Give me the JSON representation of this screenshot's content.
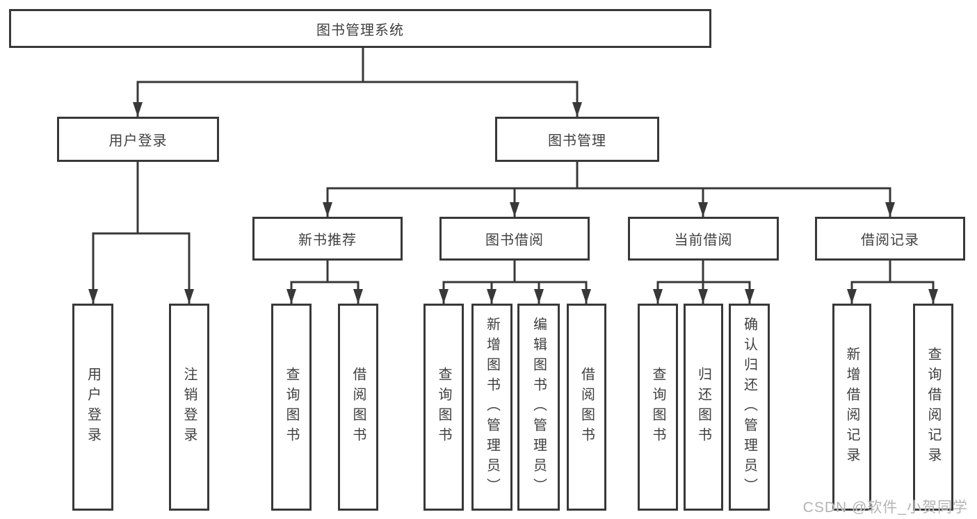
{
  "colors": {
    "line": "#383838",
    "text": "#3f3f3f",
    "box_fill": "#ffffff",
    "background": "#ffffff",
    "watermark": "#b3b3b3"
  },
  "watermark": "CSDN @软件_小贺同学",
  "diagram": {
    "type": "hierarchy-tree",
    "root": {
      "label": "图书管理系统"
    },
    "level2": [
      {
        "label": "用户登录",
        "parent": "图书管理系统"
      },
      {
        "label": "图书管理",
        "parent": "图书管理系统"
      }
    ],
    "level3": [
      {
        "label": "新书推荐",
        "parent": "图书管理"
      },
      {
        "label": "图书借阅",
        "parent": "图书管理"
      },
      {
        "label": "当前借阅",
        "parent": "图书管理"
      },
      {
        "label": "借阅记录",
        "parent": "图书管理"
      }
    ],
    "leaves": [
      {
        "label": "用户登录",
        "parent": "用户登录"
      },
      {
        "label": "注销登录",
        "parent": "用户登录"
      },
      {
        "label": "查询图书",
        "parent": "新书推荐"
      },
      {
        "label": "借阅图书",
        "parent": "新书推荐"
      },
      {
        "label": "查询图书",
        "parent": "图书借阅"
      },
      {
        "label": "新增图书（管理员）",
        "parent": "图书借阅"
      },
      {
        "label": "编辑图书（管理员）",
        "parent": "图书借阅"
      },
      {
        "label": "借阅图书",
        "parent": "图书借阅"
      },
      {
        "label": "查询图书",
        "parent": "当前借阅"
      },
      {
        "label": "归还图书",
        "parent": "当前借阅"
      },
      {
        "label": "确认归还（管理员）",
        "parent": "当前借阅"
      },
      {
        "label": "新增借阅记录",
        "parent": "借阅记录"
      },
      {
        "label": "查询借阅记录",
        "parent": "借阅记录"
      }
    ]
  }
}
